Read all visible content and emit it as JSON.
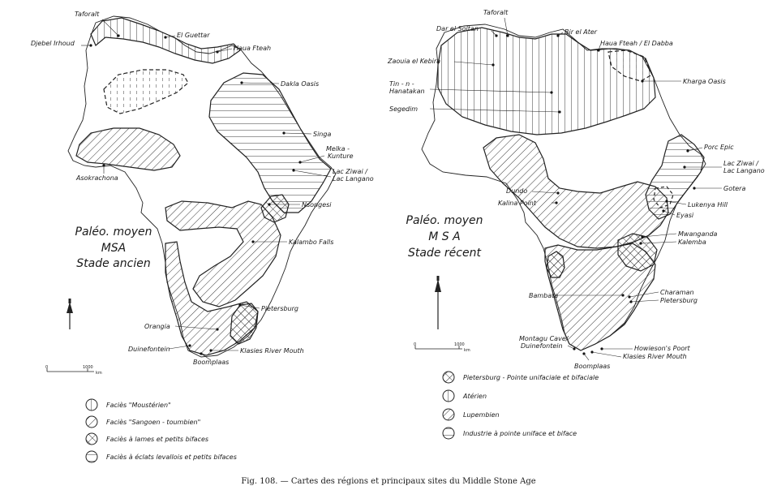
{
  "left_map": {
    "title_lines": [
      "Paléo. moyen",
      "MSA",
      "Stade ancien"
    ],
    "sites": {
      "taforalt": "Taforalt",
      "djebel_irhoud": "Djebel Irhoud",
      "el_guettar": "El Guettar",
      "haua_fteah": "Haua Fteah",
      "dakla_oasis": "Dakla Oasis",
      "singa": "Singa",
      "melka_kunture_1": "Melka -",
      "melka_kunture_2": "Kunture",
      "lac_ziwai_1": "Lac Ziwai /",
      "lac_ziwai_2": "Lac Langano",
      "asokrachona": "Asokrachona",
      "nsongesi": "Nsongesi",
      "kalambo_falls": "Kalambo Falls",
      "pietersburg": "Pietersburg",
      "orangia": "Orangia",
      "duinefontein": "Duinefontein",
      "klasies": "Klasies River Mouth",
      "boomplaas": "Boomplaas"
    },
    "scale": {
      "zero": "0",
      "max": "1000",
      "unit": "km"
    },
    "legend": [
      "Faciès \"Moustérien\"",
      "Faciès \"Sangoen - toumbien\"",
      "Faciès à lames et petits bifaces",
      "Faciès à éclats levallois et petits bifaces"
    ]
  },
  "right_map": {
    "title_lines": [
      "Paléo. moyen",
      "M S A",
      "Stade récent"
    ],
    "sites": {
      "taforalt": "Taforalt",
      "dar_es_soltan": "Dar el Soltan",
      "bir_el_ater": "Bir el Ater",
      "haua_fteah": "Haua Fteah / El Dabba",
      "zaouia": "Zaouia el Kebira",
      "tin_hanatakan_1": "Tin - n -",
      "tin_hanatakan_2": "Hanatakan",
      "kharga_oasis": "Kharga Oasis",
      "segedim": "Segedim",
      "porc_epic": "Porc Epic",
      "lac_ziwai_1": "Lac Ziwai /",
      "lac_ziwai_2": "Lac Langano",
      "gotera": "Gotera",
      "dundo": "Dundo",
      "kalina_point": "Kalina Point",
      "lukenya_hill": "Lukenya Hill",
      "eyasi": "Eyasi",
      "mwanganda": "Mwanganda",
      "kalemba": "Kalemba",
      "bambata": "Bambata",
      "charaman": "Charaman",
      "pietersburg": "Pietersburg",
      "montagu_1": "Montagu Cave/",
      "montagu_2": "Duinefontein",
      "howiesons": "Howieson's Poort",
      "klasies": "Klasies River Mouth",
      "boomplaas": "Boomplaas"
    },
    "scale": {
      "zero": "0",
      "max": "1000",
      "unit": "km"
    },
    "legend": [
      "Pietersburg - Pointe unifaciale et bifaciale",
      "Atérien",
      "Lupembien",
      "Industrie à pointe   uniface et biface"
    ]
  },
  "caption": "Fig. 108. — Cartes des régions et principaux sites du Middle Stone Age"
}
